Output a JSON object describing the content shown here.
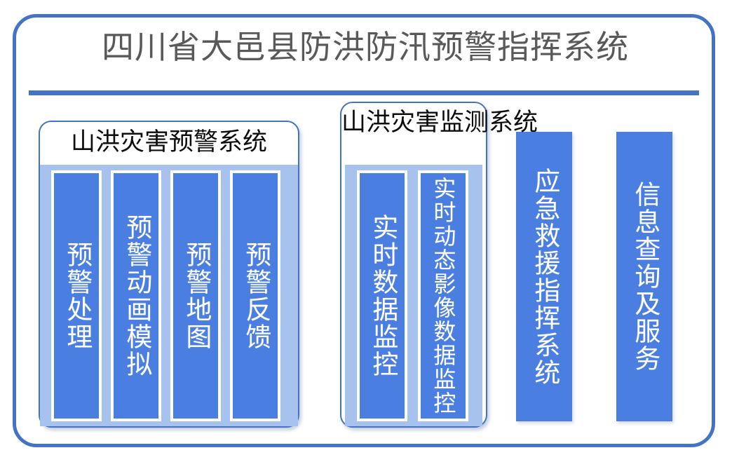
{
  "header": {
    "title": "四川省大邑县防洪防汛预警指挥系统"
  },
  "colors": {
    "frame_border": "#4472c4",
    "divider": "#4472c4",
    "column_fill": "#4a7ee0",
    "panel_fill": "#a8c2ee",
    "title_text": "#595959",
    "group_title_text": "#0d0d0d",
    "column_text": "#ffffff",
    "page_background": "#ffffff"
  },
  "groups": [
    {
      "id": "warning",
      "title": "山洪灾害预警系统",
      "columns": [
        {
          "label": "预警处理"
        },
        {
          "label": "预警动画模拟"
        },
        {
          "label": "预警地图"
        },
        {
          "label": "预警反馈"
        }
      ]
    },
    {
      "id": "monitor",
      "title": "山洪灾害监测系统",
      "columns": [
        {
          "label": "实时数据监控"
        },
        {
          "label": "实时动态影像数据监控"
        }
      ]
    }
  ],
  "standalone_columns": [
    {
      "id": "rescue",
      "label": "应急救援指挥系统"
    },
    {
      "id": "info",
      "label": "信息查询及服务"
    }
  ]
}
